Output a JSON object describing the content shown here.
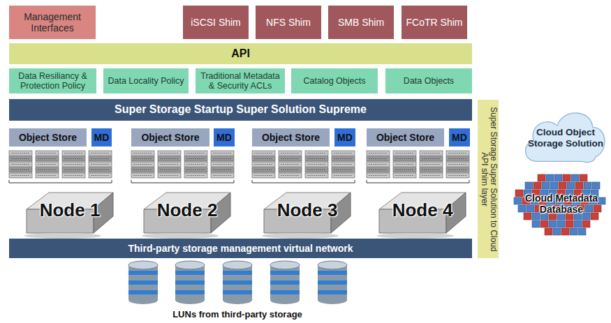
{
  "diagram": {
    "nodes": [
      {
        "text": [
          "Management Interfaces"
        ]
      },
      {
        "text": [
          "iSCSI Shim"
        ]
      },
      {
        "text": [
          "NFS Shim"
        ]
      },
      {
        "text": [
          "SMB Shim"
        ]
      },
      {
        "text": [
          "FCoTR Shim"
        ]
      },
      {
        "text": [
          "API"
        ]
      },
      {
        "text": [
          "Data Resiliancy & Protection Policy"
        ]
      },
      {
        "text": [
          "Data Locality Policy"
        ]
      },
      {
        "text": [
          "Traditional Metadata & Security ACLs"
        ]
      },
      {
        "text": [
          "Catalog Objects"
        ]
      },
      {
        "text": [
          "Data Objects"
        ]
      },
      {
        "text": [
          "Super Storage Startup Super Solution Supreme"
        ]
      },
      {
        "text": [
          "Object Store"
        ]
      },
      {
        "text": [
          "MD"
        ]
      },
      {
        "text": [
          "Object Store"
        ]
      },
      {
        "text": [
          "MD"
        ]
      },
      {
        "text": [
          "Object Store"
        ]
      },
      {
        "text": [
          "MD"
        ]
      },
      {
        "text": [
          "Object Store"
        ]
      },
      {
        "text": [
          "MD"
        ]
      },
      {
        "text": [
          "Node 1"
        ]
      },
      {
        "text": [
          "Node 2"
        ]
      },
      {
        "text": [
          "Node 3"
        ]
      },
      {
        "text": [
          "Node 4"
        ]
      },
      {
        "text": [
          "Third-party storage management virtual network"
        ]
      },
      {
        "text": [
          "Super Storage Super Solution to Cloud API shim layer"
        ]
      },
      {
        "text": [
          "Cloud Object Storage Solution"
        ]
      },
      {
        "text": [
          "Cloud Metadata Database"
        ]
      }
    ],
    "labels": [
      "LUNs from third-party storage"
    ]
  }
}
